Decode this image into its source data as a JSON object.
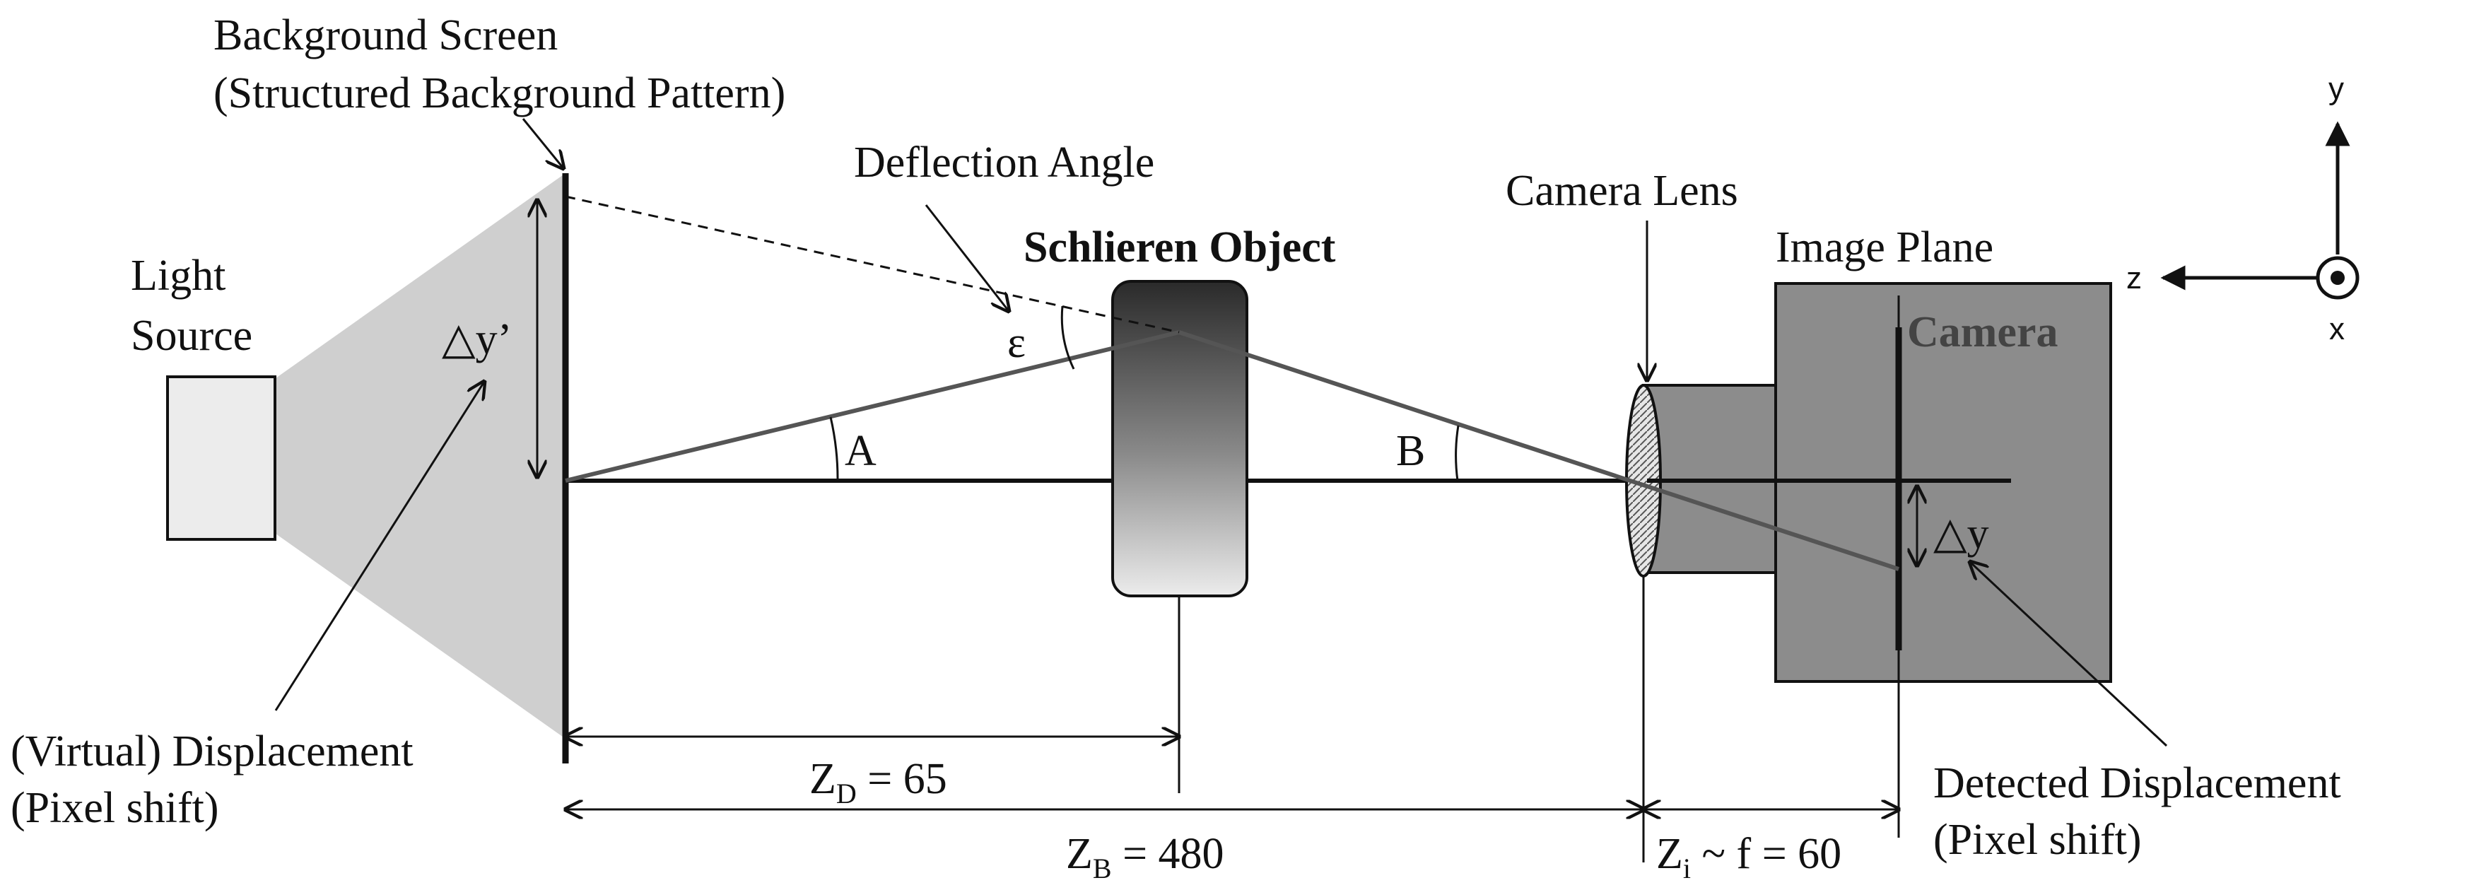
{
  "labels": {
    "background_screen": "Background Screen",
    "background_pattern": "(Structured Background Pattern)",
    "light_source_1": "Light",
    "light_source_2": "Source",
    "deflection_angle": "Deflection Angle",
    "schlieren_object": "Schlieren Object",
    "camera_lens": "Camera Lens",
    "image_plane": "Image Plane",
    "camera": "Camera",
    "epsilon": "ε",
    "angle_a": "A",
    "angle_b": "B",
    "delta_y_virtual": "△y’",
    "delta_y": "△y",
    "virtual_disp_1": "(Virtual) Displacement",
    "virtual_disp_2": "(Pixel shift)",
    "detected_disp_1": "Detected Displacement",
    "detected_disp_2": "(Pixel shift)"
  },
  "dimensions": {
    "zd_main": "Z",
    "zd_sub": "D",
    "zd_value": " = 65",
    "zb_main": "Z",
    "zb_sub": "B",
    "zb_value": " = 480",
    "zi_main": "Z",
    "zi_sub": "i",
    "zi_value": " ~ f = 60"
  },
  "axes": {
    "y": "y",
    "z": "z",
    "x": "x"
  },
  "colors": {
    "cone_fill": "#cfcfcf",
    "light_box": "#ececec",
    "camera_body": "#8c8c8c",
    "ray": "#555555",
    "camera_text": "#444444"
  }
}
